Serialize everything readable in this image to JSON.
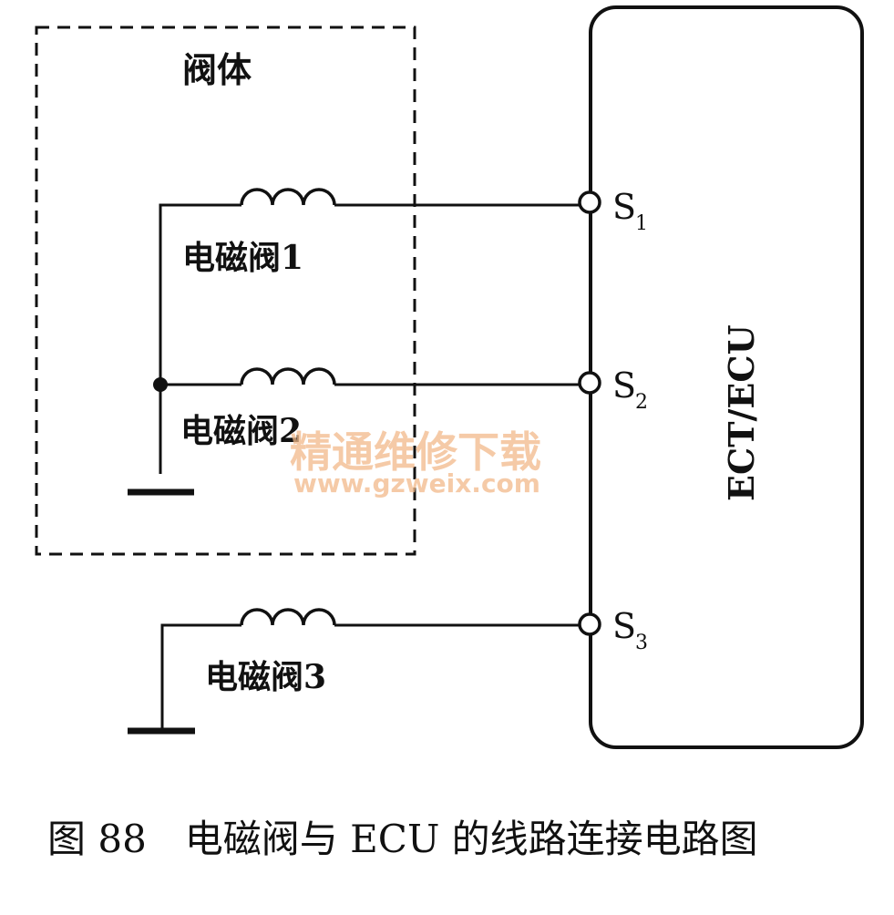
{
  "diagram": {
    "valve_body_label": "阀体",
    "ecu_label": "ECT/ECU",
    "valves": [
      {
        "label": "电磁阀1"
      },
      {
        "label": "电磁阀2"
      },
      {
        "label": "电磁阀3"
      }
    ],
    "terminals": [
      {
        "letter": "S",
        "sub": "1"
      },
      {
        "letter": "S",
        "sub": "2"
      },
      {
        "letter": "S",
        "sub": "3"
      }
    ]
  },
  "caption": "图 88　电磁阀与 ECU 的线路连接电路图",
  "watermark": {
    "line1": "精通维修下载",
    "line2": "www.gzweix.com"
  }
}
